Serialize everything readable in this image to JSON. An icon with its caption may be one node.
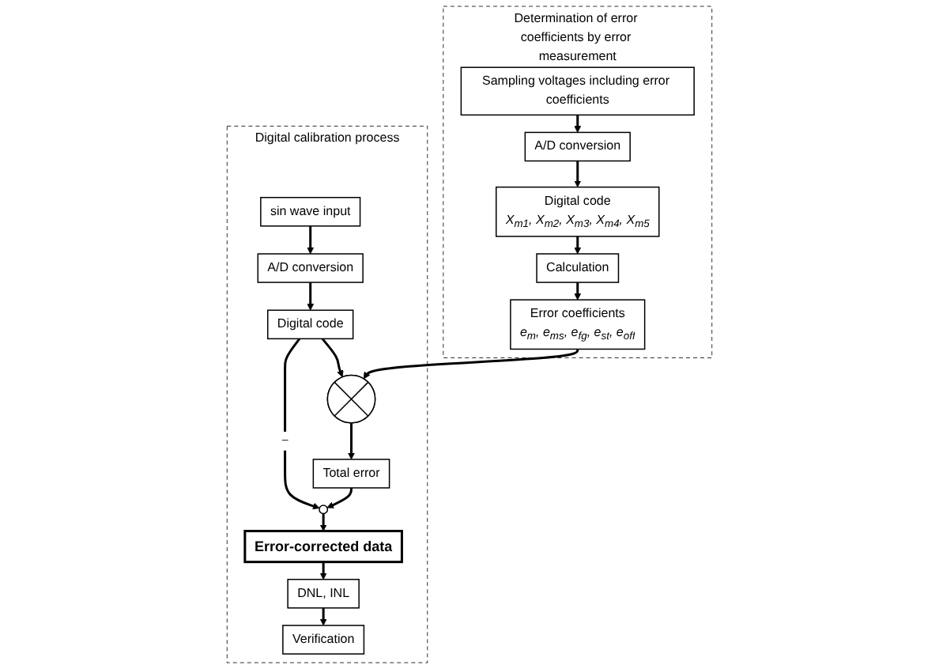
{
  "diagram": {
    "nodes": [
      {
        "text": [
          "Digital calibration process"
        ]
      },
      {
        "text": [
          "sin wave input"
        ],
        "in": 0
      },
      {
        "text": [
          "A/D conversion"
        ],
        "in": 0
      },
      {
        "text": [
          "Digital code"
        ],
        "in": 0
      },
      {
        "text": [],
        "shape": "circle",
        "in": 0
      },
      {
        "text": [],
        "shape": "circle",
        "in": 0
      },
      {
        "text": [
          "Total error"
        ],
        "in": 0
      },
      {
        "text": [
          "Error-corrected data"
        ],
        "in": 0
      },
      {
        "text": [
          "DNL, INL"
        ],
        "in": 0
      },
      {
        "text": [
          "Verification"
        ],
        "in": 0
      },
      {
        "text": [
          "Determination of error coefficients by error measurement"
        ]
      },
      {
        "text": [
          "Sampling voltages including error coefficients"
        ],
        "in": 10
      },
      {
        "text": [
          "A/D conversion"
        ],
        "in": 10
      },
      {
        "text": [
          "Digital code",
          "X$_{m1}$, X$_{m2}$, X$_{m3}$, X$_{m4}$, X$_{m5}$"
        ],
        "in": 10
      },
      {
        "text": [
          "Calculation"
        ],
        "in": 10
      },
      {
        "text": [
          "Error coefficients",
          "e$_{m}$, e$_{ms}$, e$_{fg}$, e$_{st}$, e$_{off}$"
        ],
        "in": 10
      }
    ],
    "edges": [
      {
        "from": 1,
        "to": 2,
        "arrow": "to"
      },
      {
        "from": 2,
        "to": 3,
        "arrow": "to"
      },
      {
        "from": 3,
        "to": 4,
        "arrow": "to"
      },
      {
        "from": 3,
        "to": 5,
        "arrow": "to",
        "label": "−"
      },
      {
        "from": 4,
        "to": 6,
        "arrow": "to"
      },
      {
        "from": 6,
        "to": 5,
        "arrow": "to"
      },
      {
        "from": 5,
        "to": 7,
        "arrow": "to"
      },
      {
        "from": 7,
        "to": 8,
        "arrow": "to"
      },
      {
        "from": 8,
        "to": 9,
        "arrow": "to"
      },
      {
        "from": 11,
        "to": 12,
        "arrow": "to"
      },
      {
        "from": 12,
        "to": 13,
        "arrow": "to"
      },
      {
        "from": 13,
        "to": 14,
        "arrow": "to"
      },
      {
        "from": 14,
        "to": 15,
        "arrow": "to"
      },
      {
        "from": 15,
        "to": 4,
        "arrow": "to"
      }
    ]
  }
}
